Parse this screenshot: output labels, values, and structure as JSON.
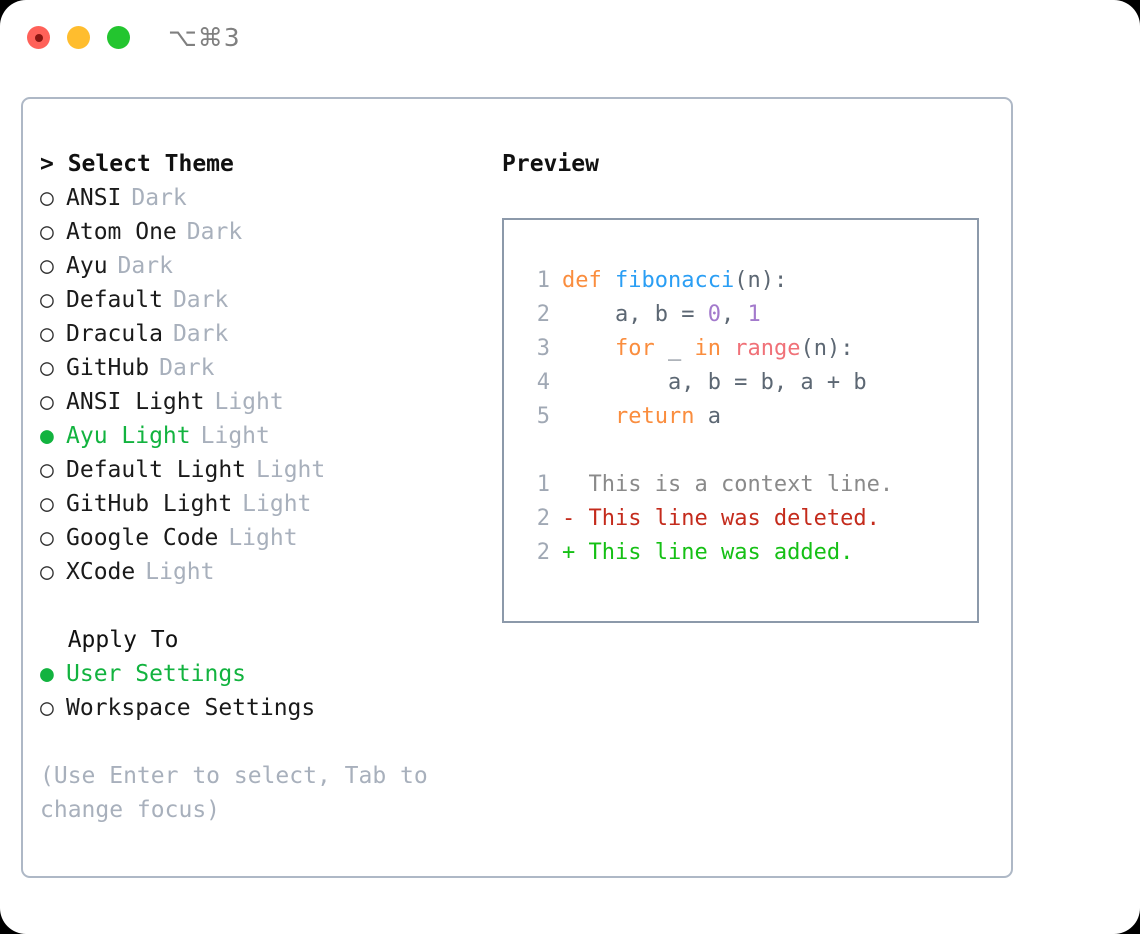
{
  "titlebar": {
    "shortcut": "⌥⌘3",
    "buttons": [
      {
        "name": "close",
        "color": "#ff6159"
      },
      {
        "name": "minimize",
        "color": "#ffbd2e"
      },
      {
        "name": "zoom",
        "color": "#23c52f"
      }
    ]
  },
  "theme_section": {
    "prefix": "> ",
    "header": "Select Theme",
    "items": [
      {
        "marker": "○",
        "label": "ANSI",
        "tag": "Dark",
        "selected": false
      },
      {
        "marker": "○",
        "label": "Atom One",
        "tag": "Dark",
        "selected": false
      },
      {
        "marker": "○",
        "label": "Ayu",
        "tag": "Dark",
        "selected": false
      },
      {
        "marker": "○",
        "label": "Default",
        "tag": "Dark",
        "selected": false
      },
      {
        "marker": "○",
        "label": "Dracula",
        "tag": "Dark",
        "selected": false
      },
      {
        "marker": "○",
        "label": "GitHub",
        "tag": "Dark",
        "selected": false
      },
      {
        "marker": "○",
        "label": "ANSI Light",
        "tag": "Light",
        "selected": false
      },
      {
        "marker": "●",
        "label": "Ayu Light",
        "tag": "Light",
        "selected": true
      },
      {
        "marker": "○",
        "label": "Default Light",
        "tag": "Light",
        "selected": false
      },
      {
        "marker": "○",
        "label": "GitHub Light",
        "tag": "Light",
        "selected": false
      },
      {
        "marker": "○",
        "label": "Google Code",
        "tag": "Light",
        "selected": false
      },
      {
        "marker": "○",
        "label": "XCode",
        "tag": "Light",
        "selected": false
      }
    ]
  },
  "apply_section": {
    "prefix": "  ",
    "header": "Apply To",
    "items": [
      {
        "marker": "●",
        "label": "User Settings",
        "selected": true
      },
      {
        "marker": "○",
        "label": "Workspace Settings",
        "selected": false
      }
    ]
  },
  "hint": "(Use Enter to select, Tab to change focus)",
  "preview": {
    "title": "Preview",
    "code_lines": [
      {
        "no": "1",
        "tokens": [
          {
            "t": "def ",
            "c": "kw"
          },
          {
            "t": "fibonacci",
            "c": "fn"
          },
          {
            "t": "(n):",
            "c": "punc"
          }
        ]
      },
      {
        "no": "2",
        "tokens": [
          {
            "t": "    a, b = ",
            "c": "id"
          },
          {
            "t": "0",
            "c": "num"
          },
          {
            "t": ", ",
            "c": "punc"
          },
          {
            "t": "1",
            "c": "num"
          }
        ]
      },
      {
        "no": "3",
        "tokens": [
          {
            "t": "    for",
            "c": "kw"
          },
          {
            "t": " _ ",
            "c": "id"
          },
          {
            "t": "in",
            "c": "kw"
          },
          {
            "t": " ",
            "c": "id"
          },
          {
            "t": "range",
            "c": "call"
          },
          {
            "t": "(n):",
            "c": "punc"
          }
        ]
      },
      {
        "no": "4",
        "tokens": [
          {
            "t": "        a, b = b, a + b",
            "c": "id"
          }
        ]
      },
      {
        "no": "5",
        "tokens": [
          {
            "t": "    return",
            "c": "kw"
          },
          {
            "t": " a",
            "c": "id"
          }
        ]
      }
    ],
    "diff_lines": [
      {
        "no": "1",
        "sign": "  ",
        "text": "This is a context line.",
        "kind": "ctx"
      },
      {
        "no": "2",
        "sign": "- ",
        "text": "This line was deleted.",
        "kind": "del"
      },
      {
        "no": "2",
        "sign": "+ ",
        "text": "This line was added.",
        "kind": "add"
      }
    ]
  },
  "colors": {
    "accent_green": "#12b33f",
    "keyword": "#fa8d3e",
    "function": "#2a9ef4",
    "number": "#a37acc",
    "call": "#f07178",
    "identifier": "#5c6773",
    "diff_delete": "#c42b1c",
    "diff_add": "#15c015",
    "muted": "#a8b0bc",
    "panel_border": "#aeb8c6",
    "preview_border": "#8c99aa"
  }
}
